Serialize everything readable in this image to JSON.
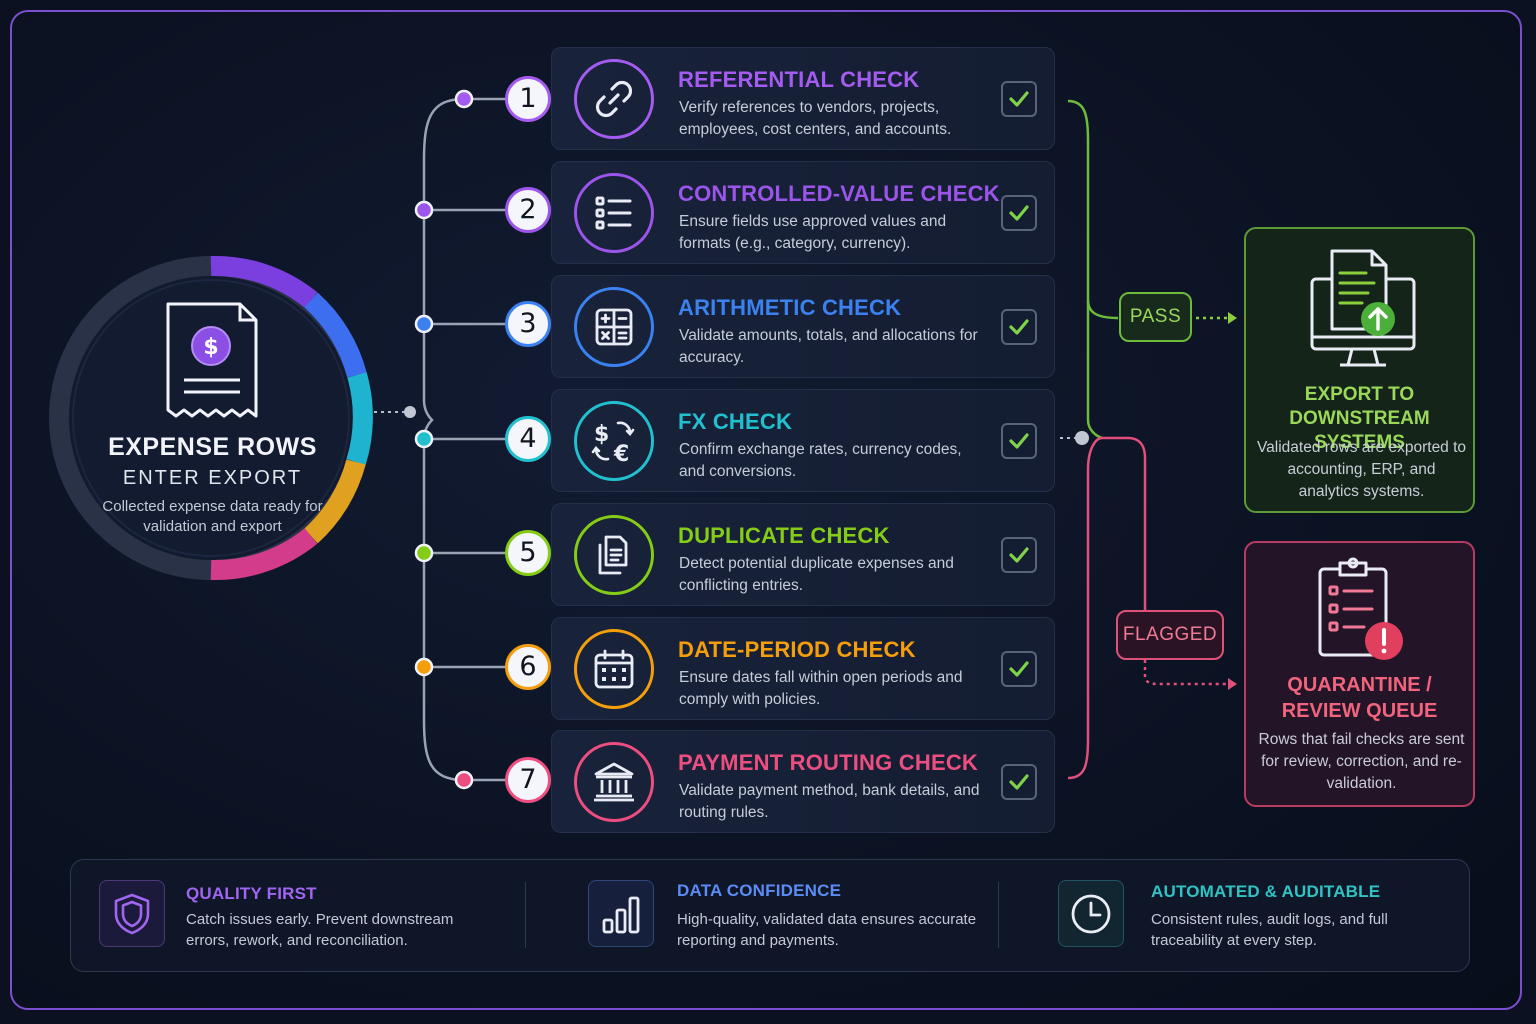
{
  "intake": {
    "title": "EXPENSE ROWS",
    "subtitle": "ENTER EXPORT",
    "description": "Collected expense data ready for validation and export",
    "icon": "receipt-dollar-icon"
  },
  "steps": [
    {
      "number": "1",
      "title": "REFERENTIAL CHECK",
      "description": "Verify references to vendors, projects, employees, cost centers, and accounts.",
      "color": "#a45cf0",
      "icon": "link-icon"
    },
    {
      "number": "2",
      "title": "CONTROLLED-VALUE CHECK",
      "description": "Ensure fields use approved values and formats (e.g., category, currency).",
      "color": "#9b55ea",
      "icon": "list-icon"
    },
    {
      "number": "3",
      "title": "ARITHMETIC CHECK",
      "description": "Validate amounts, totals, and allocations for accuracy.",
      "color": "#3b82f0",
      "icon": "calculator-icon"
    },
    {
      "number": "4",
      "title": "FX CHECK",
      "description": "Confirm exchange rates, currency codes, and conversions.",
      "color": "#22c0cf",
      "icon": "currency-exchange-icon"
    },
    {
      "number": "5",
      "title": "DUPLICATE CHECK",
      "description": "Detect potential duplicate expenses and conflicting entries.",
      "color": "#84cc16",
      "icon": "duplicate-icon"
    },
    {
      "number": "6",
      "title": "DATE-PERIOD CHECK",
      "description": "Ensure dates fall within open periods and comply with policies.",
      "color": "#f59e0b",
      "icon": "calendar-icon"
    },
    {
      "number": "7",
      "title": "PAYMENT ROUTING CHECK",
      "description": "Validate payment method, bank details, and routing rules.",
      "color": "#ec4f7f",
      "icon": "bank-icon"
    }
  ],
  "pass_label": "PASS",
  "flagged_label": "FLAGGED",
  "export": {
    "title_line1": "EXPORT TO",
    "title_line2": "DOWNSTREAM SYSTEMS",
    "description": "Validated rows are exported to accounting, ERP, and analytics systems.",
    "color": "#8ccf3c",
    "icon": "monitor-upload-icon"
  },
  "quarantine": {
    "title_line1": "QUARANTINE /",
    "title_line2": "REVIEW QUEUE",
    "description": "Rows that fail checks are sent for review, correction, and re-validation.",
    "color": "#ec4f6f",
    "icon": "clipboard-alert-icon"
  },
  "footer": [
    {
      "title": "QUALITY FIRST",
      "description": "Catch issues early. Prevent downstream errors, rework, and reconciliation.",
      "color": "#a066f0",
      "icon": "shield-icon"
    },
    {
      "title": "DATA CONFIDENCE",
      "description": "High-quality, validated data ensures accurate reporting and payments.",
      "color": "#5b8cf5",
      "icon": "bar-chart-icon"
    },
    {
      "title": "AUTOMATED & AUDITABLE",
      "description": "Consistent rules, audit logs, and full traceability at every step.",
      "color": "#2ec4c4",
      "icon": "clock-icon"
    }
  ]
}
